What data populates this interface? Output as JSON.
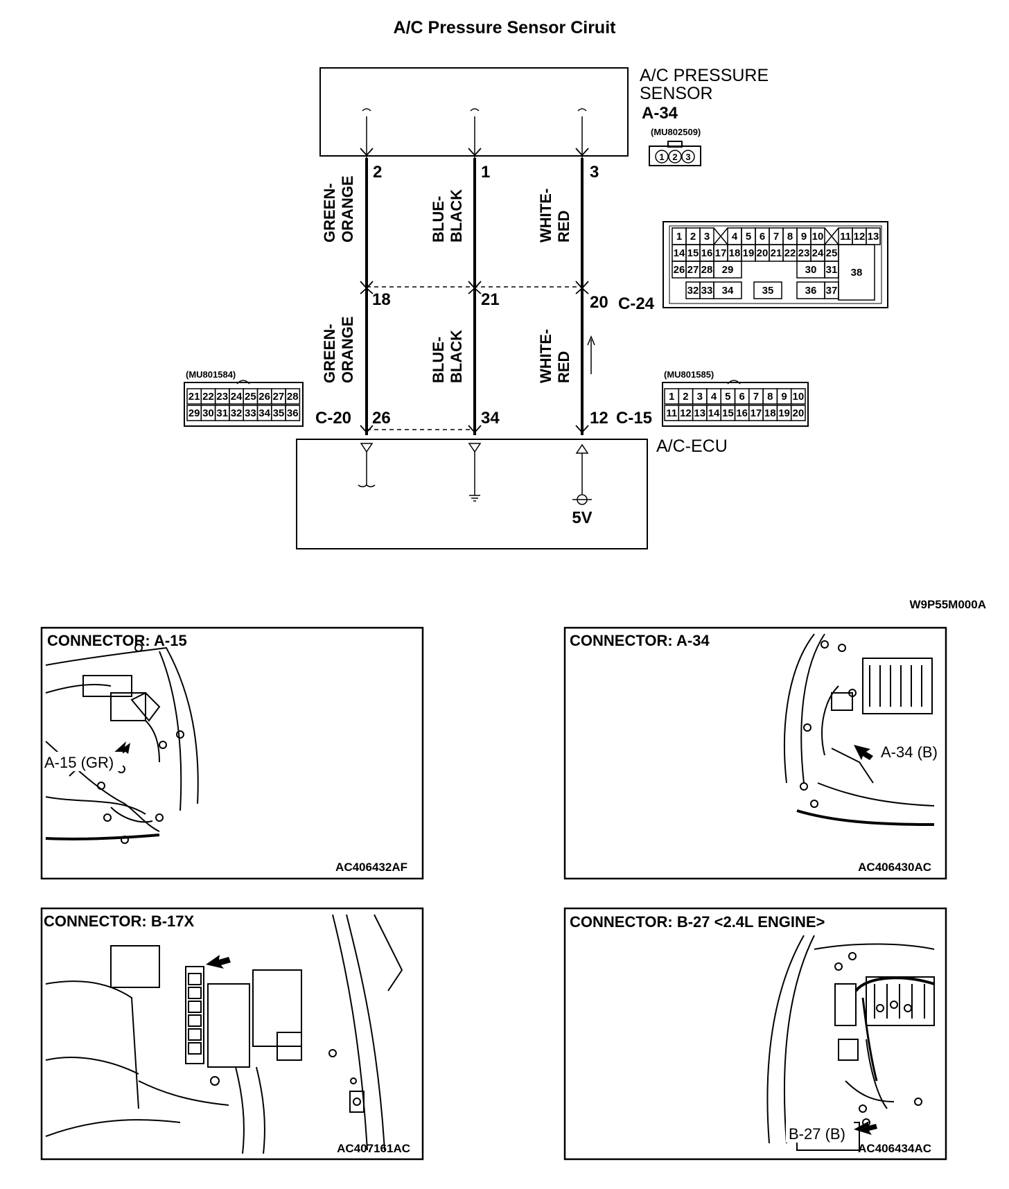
{
  "title": "A/C Pressure Sensor Ciruit",
  "doc_code": "W9P55M000A",
  "sensor": {
    "name_line1": "A/C PRESSURE",
    "name_line2": "SENSOR",
    "connector": "A-34",
    "part_no": "(MU802509)",
    "pins": [
      "1",
      "2",
      "3"
    ]
  },
  "ecu": {
    "name": "A/C-ECU",
    "voltage": "5V"
  },
  "wires": [
    {
      "color_line1": "GREEN-",
      "color_line2": "ORANGE",
      "sensor_pin": "2",
      "c24_pin": "18",
      "ecu_pin": "26"
    },
    {
      "color_line1": "BLUE-",
      "color_line2": "BLACK",
      "sensor_pin": "1",
      "c24_pin": "21",
      "ecu_pin": "34"
    },
    {
      "color_line1": "WHITE-",
      "color_line2": "RED",
      "sensor_pin": "3",
      "c24_pin": "20",
      "ecu_pin": "12"
    }
  ],
  "connector_labels": {
    "c24": "C-24",
    "c20": "C-20",
    "c15": "C-15"
  },
  "c24_face": {
    "row1": [
      "1",
      "2",
      "3",
      "4",
      "5",
      "6",
      "7",
      "8",
      "9",
      "10",
      "11",
      "12",
      "13"
    ],
    "row2": [
      "14",
      "15",
      "16",
      "17",
      "18",
      "19",
      "20",
      "21",
      "22",
      "23",
      "24",
      "25"
    ],
    "row3": [
      "26",
      "27",
      "28",
      "29",
      "30",
      "31",
      "38"
    ],
    "row4": [
      "32",
      "33",
      "34",
      "35",
      "36",
      "37"
    ]
  },
  "c20_face": {
    "part_no": "(MU801584)",
    "row1": [
      "21",
      "22",
      "23",
      "24",
      "25",
      "26",
      "27",
      "28"
    ],
    "row2": [
      "29",
      "30",
      "31",
      "32",
      "33",
      "34",
      "35",
      "36"
    ]
  },
  "c15_face": {
    "part_no": "(MU801585)",
    "row1": [
      "1",
      "2",
      "3",
      "4",
      "5",
      "6",
      "7",
      "8",
      "9",
      "10"
    ],
    "row2": [
      "11",
      "12",
      "13",
      "14",
      "15",
      "16",
      "17",
      "18",
      "19",
      "20"
    ]
  },
  "panels": [
    {
      "title": "CONNECTOR: A-15",
      "callout": "A-15 (GR)",
      "code": "AC406432AF"
    },
    {
      "title": "CONNECTOR: A-34",
      "callout": "A-34 (B)",
      "code": "AC406430AC"
    },
    {
      "title": "CONNECTOR: B-17X",
      "callout": "",
      "code": "AC407161AC"
    },
    {
      "title": "CONNECTOR: B-27 <2.4L ENGINE>",
      "callout": "B-27 (B)",
      "code": "AC406434AC"
    }
  ]
}
